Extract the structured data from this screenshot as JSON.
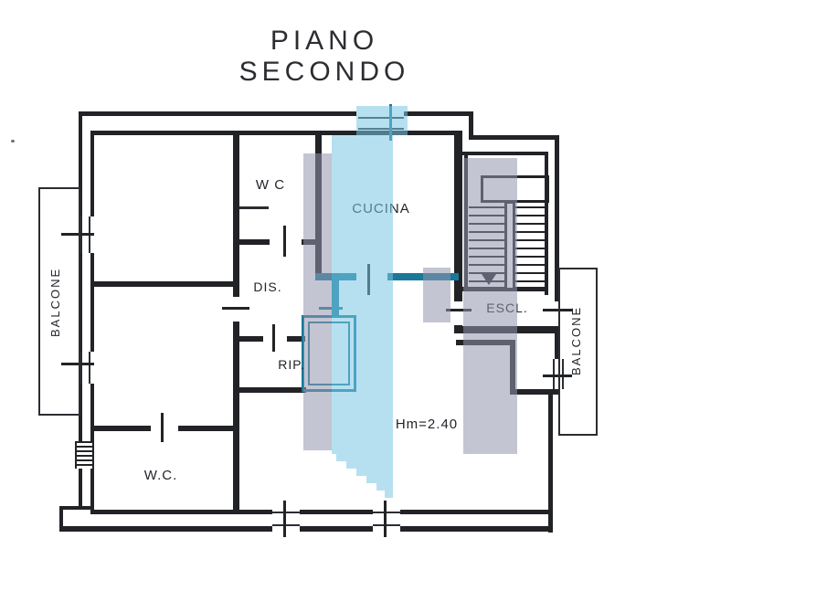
{
  "title": "PIANO SECONDO",
  "rooms": {
    "wc_top": {
      "label": "W C"
    },
    "cucina": {
      "label": "CUCINA"
    },
    "dis": {
      "label": "DIS."
    },
    "rip": {
      "label": "RIP."
    },
    "escl": {
      "label": "ESCL."
    },
    "wc_bottom": {
      "label": "W.C."
    },
    "balcone_left": {
      "label": "BALCONE"
    },
    "balcone_right": {
      "label": "BALCONE"
    }
  },
  "annotations": {
    "ceiling_height": "Hm=2.40"
  },
  "colors": {
    "wall_black": "#212326",
    "wall_teal": "#1a7898",
    "highlight_blue": "#7ac7e2",
    "highlight_gray": "#9496ad",
    "paper": "#ffffff"
  }
}
